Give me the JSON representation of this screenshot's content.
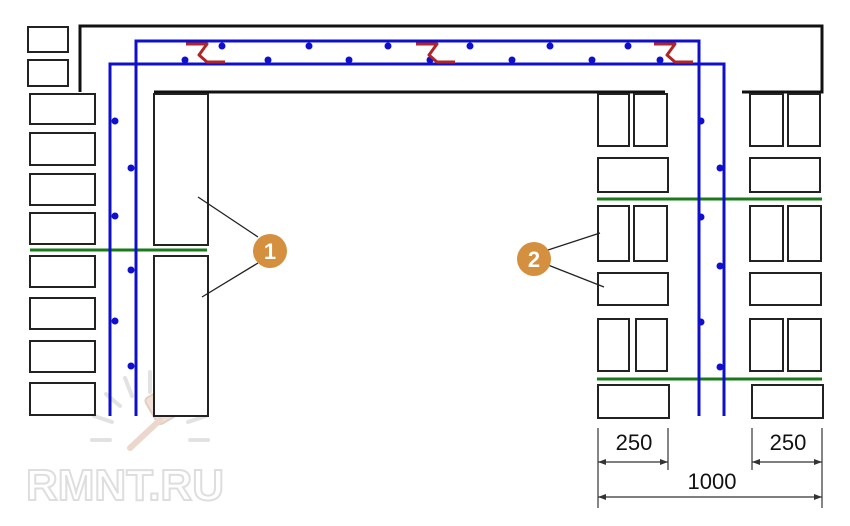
{
  "callouts": [
    {
      "label": "1"
    },
    {
      "label": "2"
    }
  ],
  "dimensions": {
    "brick_left": "250",
    "brick_right": "250",
    "total": "1000"
  },
  "watermark": "RMNT.RU",
  "colors": {
    "brick_outline": "#222222",
    "rebar_blue": "#1010cc",
    "mesh_green": "#1a7a1a",
    "tie_red": "#b02525",
    "callout_fill": "#d4903e",
    "watermark": "#dedede"
  }
}
